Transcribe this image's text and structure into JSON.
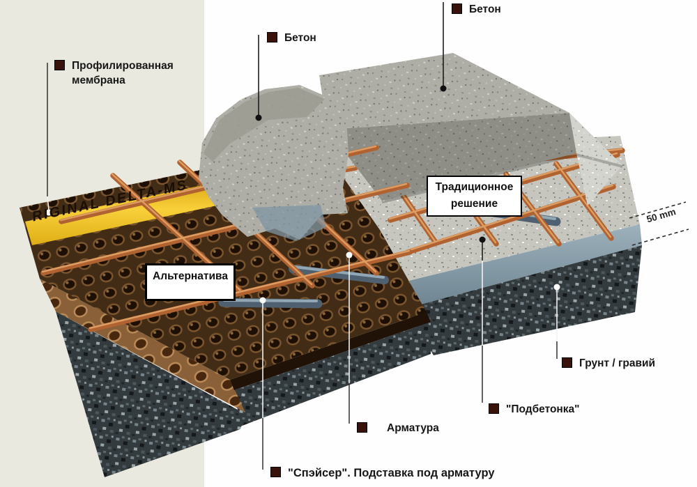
{
  "colors": {
    "background_left_panel": "#e9e9df",
    "background_right": "#fefefe",
    "tape_yellow": "#f2c51d",
    "rebar_copper": "#b06330",
    "membrane_brown": "#422c16",
    "concrete_gray": "#aeaea7",
    "blinding_blue_gray": "#8ba0ac",
    "gravel_dark": "#343b3e",
    "callout_bullet": "#3a120c"
  },
  "callouts": {
    "membrane": {
      "label": "Профилированная мембрана"
    },
    "concrete_left": {
      "label": "Бетон"
    },
    "concrete_right": {
      "label": "Бетон"
    },
    "rebar": {
      "label": "Арматура"
    },
    "spacer": {
      "label": "\"Спэйсер\". Подставка под арматуру"
    },
    "ground_gravel": {
      "label": "Грунт / гравий"
    },
    "blinding": {
      "label": "\"Подбетонка\""
    }
  },
  "solution_boxes": {
    "alternative": {
      "label": "Альтернатива"
    },
    "traditional": {
      "line1": "Традиционное",
      "line2": "решение"
    }
  },
  "dimension": {
    "label": "50 mm"
  },
  "membrane_tape": {
    "text": "RIGINAL DELTA-MS"
  }
}
